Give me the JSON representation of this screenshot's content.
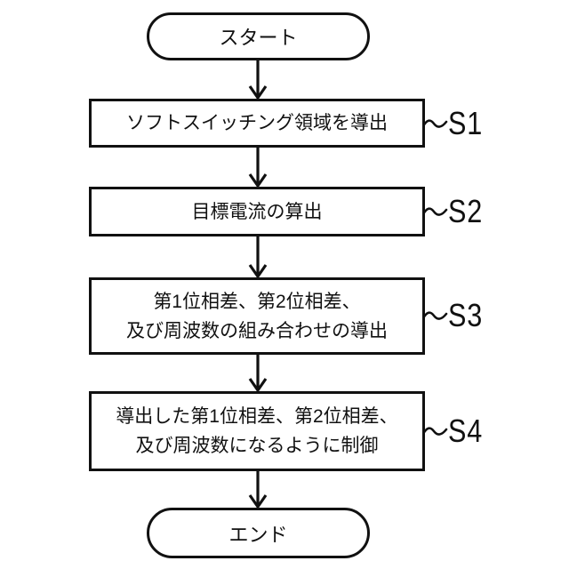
{
  "diagram": {
    "type": "flowchart",
    "background_color": "#ffffff",
    "line_color": "#111111",
    "start": {
      "label": "スタート"
    },
    "end": {
      "label": "エンド"
    },
    "steps": [
      {
        "id": "S1",
        "lines": [
          "ソフトスイッチング領域を導出",
          ""
        ]
      },
      {
        "id": "S2",
        "lines": [
          "目標電流の算出",
          ""
        ]
      },
      {
        "id": "S3",
        "lines": [
          "第1位相差、第2位相差、",
          "及び周波数の組み合わせの導出"
        ]
      },
      {
        "id": "S4",
        "lines": [
          "導出した第1位相差、第2位相差、",
          "及び周波数になるように制御"
        ]
      }
    ]
  }
}
